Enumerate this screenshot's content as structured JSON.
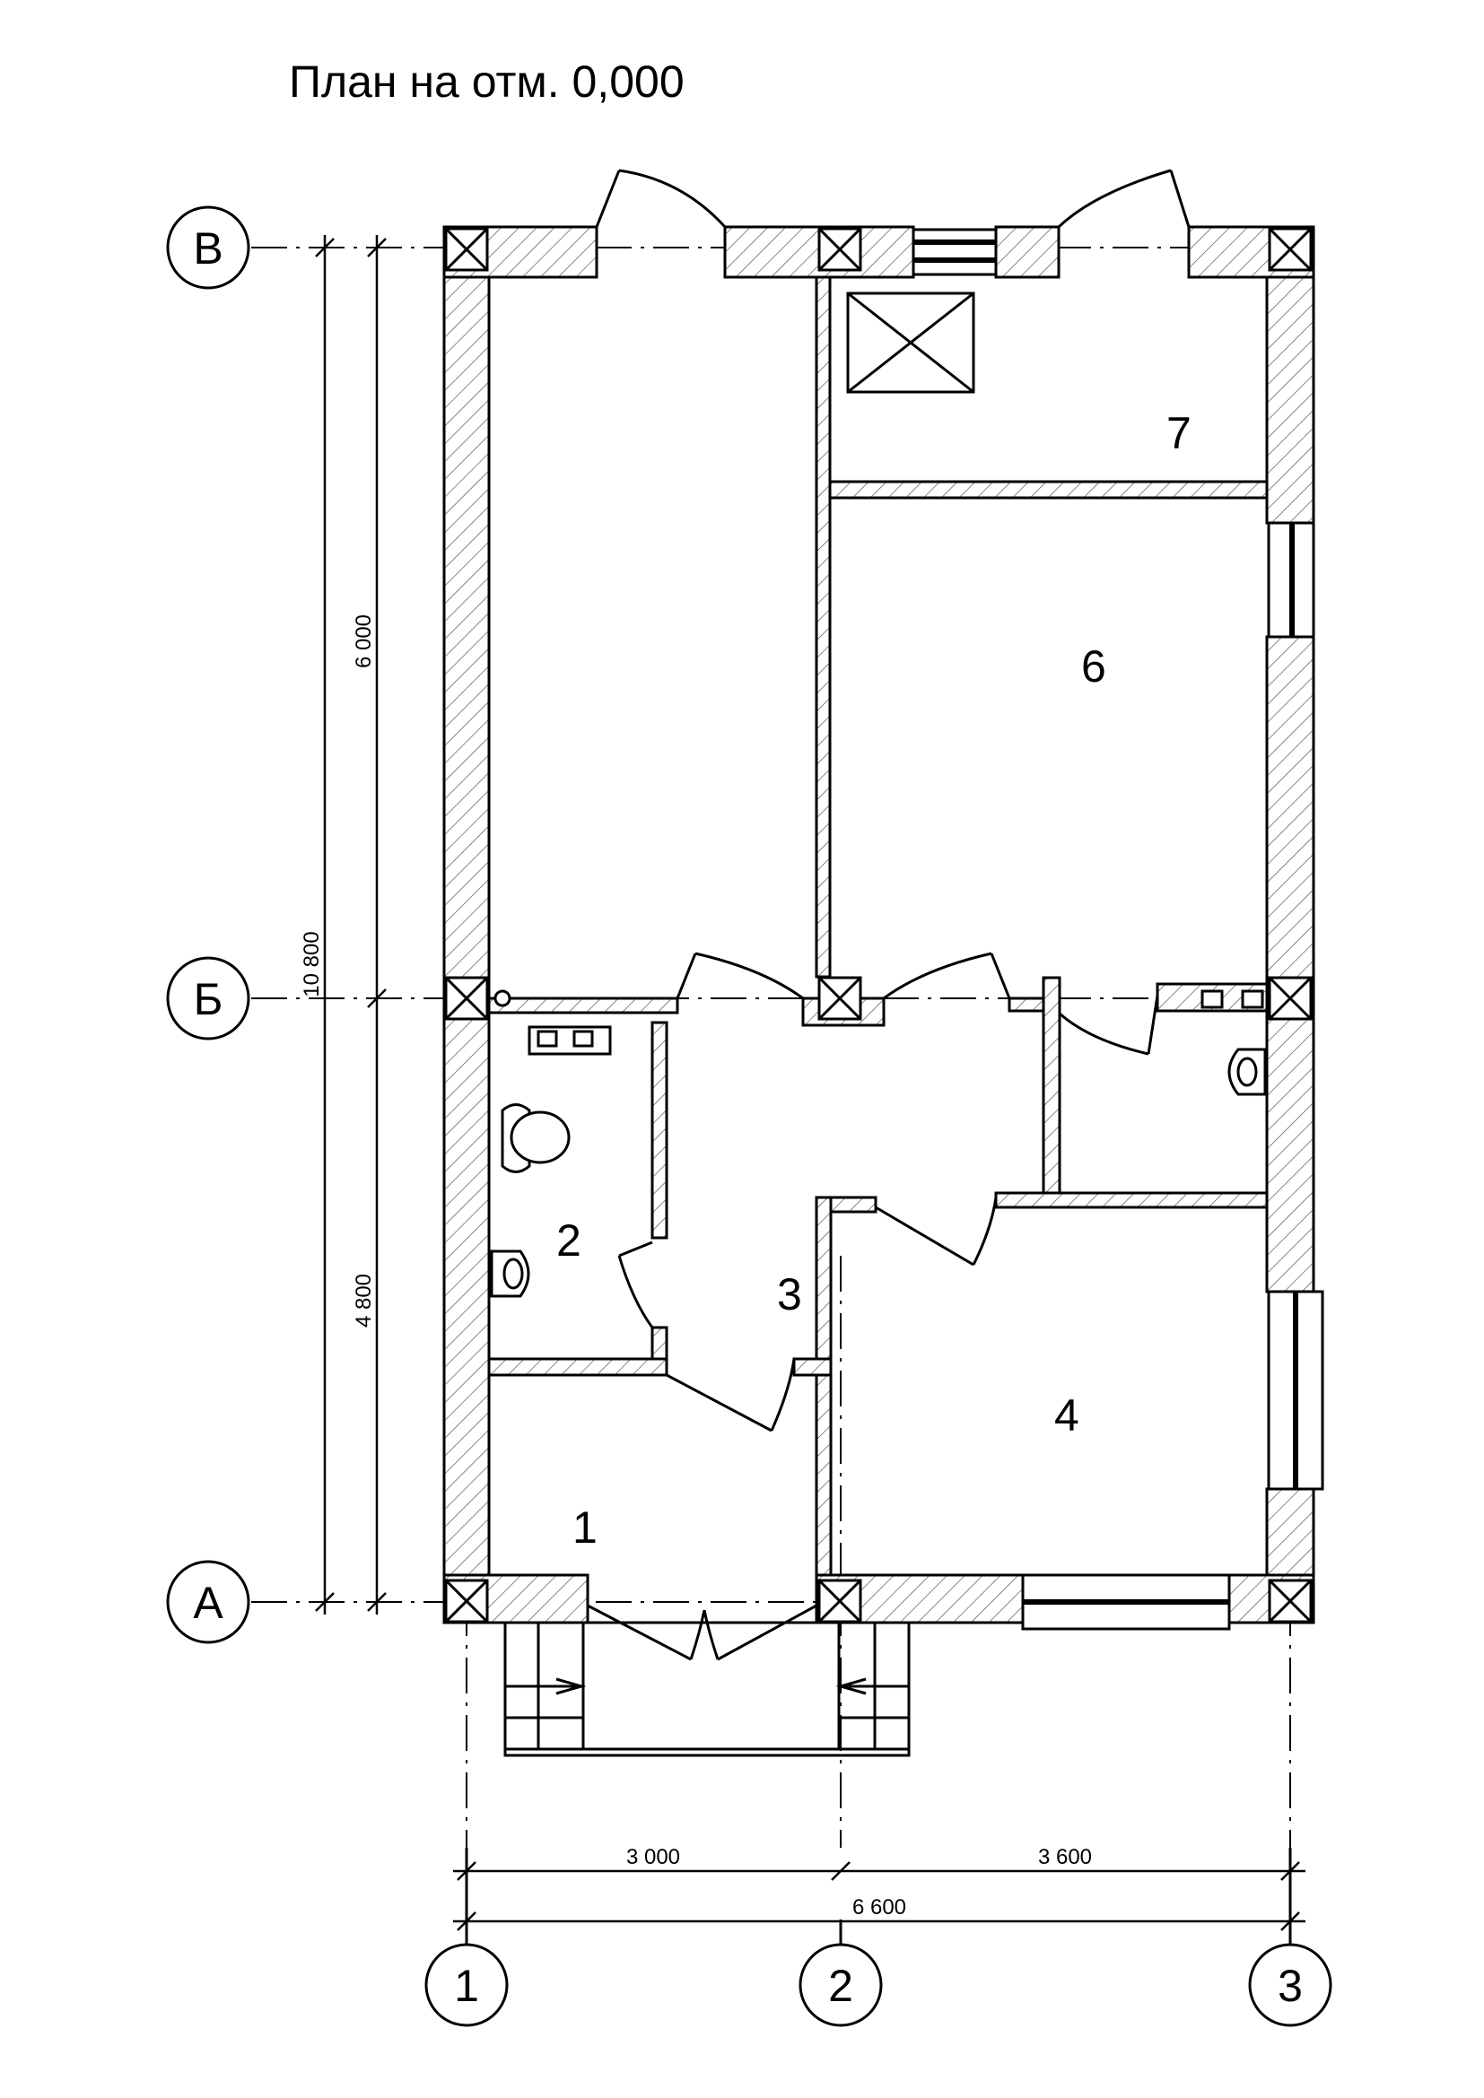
{
  "title": "План на отм. 0,000",
  "rooms": [
    {
      "id": "1",
      "label": "1"
    },
    {
      "id": "2",
      "label": "2"
    },
    {
      "id": "3",
      "label": "3"
    },
    {
      "id": "4",
      "label": "4"
    },
    {
      "id": "6",
      "label": "6"
    },
    {
      "id": "7",
      "label": "7"
    }
  ],
  "axes": {
    "horizontal": [
      "В",
      "Б",
      "А"
    ],
    "vertical": [
      "1",
      "2",
      "3"
    ]
  },
  "dimensions": {
    "left_total": "10 800",
    "left_upper": "6 000",
    "left_lower": "4 800",
    "bottom_left": "3 000",
    "bottom_right": "3 600",
    "bottom_total": "6 600"
  }
}
